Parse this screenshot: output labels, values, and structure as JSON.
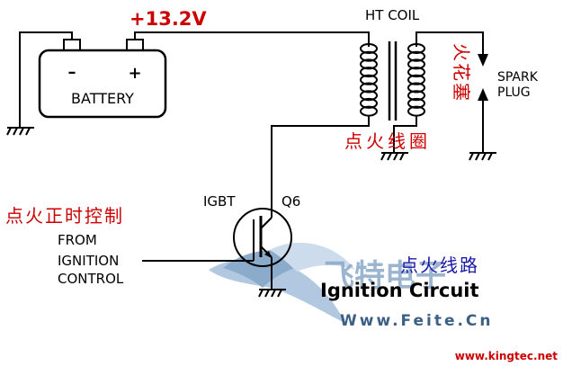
{
  "labels": {
    "voltage": "+13.2V",
    "ht_coil": "HT COIL",
    "battery": "BATTERY",
    "battery_minus": "–",
    "battery_plus": "+",
    "spark_plug_line1": "SPARK",
    "spark_plug_line2": "PLUG",
    "spark_plug_cn": "火花塞",
    "ignition_coil_cn": "点火线圈",
    "igbt": "IGBT",
    "q6": "Q6",
    "ignition_timing_cn": "点火正时控制",
    "from": "FROM",
    "ignition": "IGNITION",
    "control": "CONTROL",
    "ignition_circuit_cn": "点火线路",
    "ignition_circuit": "Ignition Circuit",
    "watermark_cn": "飞特电子",
    "watermark_url": "Www.Feite.Cn",
    "site_url": "www.kingtec.net"
  },
  "colors": {
    "wire": "#000000",
    "red_text": "#cc0000",
    "blue_text": "#1a1aa6",
    "watermark": "#8fb0cf",
    "watermark_dark": "#3c5f86"
  }
}
